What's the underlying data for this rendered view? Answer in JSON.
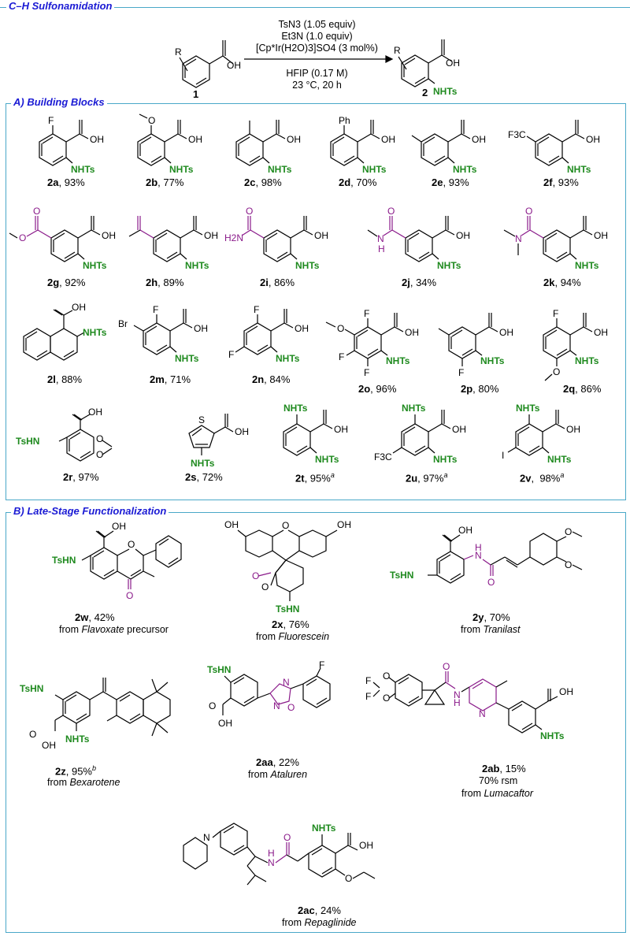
{
  "header": {
    "title": "C–H Sulfonamidation"
  },
  "reaction": {
    "conditions": [
      "TsN3 (1.05 equiv)",
      "Et3N (1.0 equiv)",
      "[Cp*Ir(H2O)3]SO4 (3 mol%)",
      "HFIP (0.17 M)",
      "23 °C, 20 h"
    ],
    "reactant_label": "1",
    "product_label": "2",
    "r_label": "R",
    "oh_label": "OH",
    "nhts_label": "NHTs"
  },
  "section_a": {
    "title": "A) Building Blocks",
    "items": [
      {
        "id": "2a",
        "yield": "93%"
      },
      {
        "id": "2b",
        "yield": "77%"
      },
      {
        "id": "2c",
        "yield": "98%"
      },
      {
        "id": "2d",
        "yield": "70%"
      },
      {
        "id": "2e",
        "yield": "93%"
      },
      {
        "id": "2f",
        "yield": "93%"
      },
      {
        "id": "2g",
        "yield": "92%"
      },
      {
        "id": "2h",
        "yield": "89%"
      },
      {
        "id": "2i",
        "yield": "86%"
      },
      {
        "id": "2j",
        "yield": "34%"
      },
      {
        "id": "2k",
        "yield": "94%"
      },
      {
        "id": "2l",
        "yield": "88%"
      },
      {
        "id": "2m",
        "yield": "71%"
      },
      {
        "id": "2n",
        "yield": "84%"
      },
      {
        "id": "2o",
        "yield": "96%"
      },
      {
        "id": "2p",
        "yield": "80%"
      },
      {
        "id": "2q",
        "yield": "86%"
      },
      {
        "id": "2r",
        "yield": "97%"
      },
      {
        "id": "2s",
        "yield": "72%"
      },
      {
        "id": "2t",
        "yield": "95%",
        "note": "a"
      },
      {
        "id": "2u",
        "yield": "97%",
        "note": "a"
      },
      {
        "id": "2v",
        "yield": "98%",
        "note": "a"
      }
    ]
  },
  "section_b": {
    "title": "B) Late-Stage Functionalization",
    "items": [
      {
        "id": "2w",
        "yield": "42%",
        "source_prefix": "from",
        "source": "Flavoxate",
        "source_suffix": "precursor"
      },
      {
        "id": "2x",
        "yield": "76%",
        "source_prefix": "from",
        "source": "Fluorescein"
      },
      {
        "id": "2y",
        "yield": "70%",
        "source_prefix": "from",
        "source": "Tranilast"
      },
      {
        "id": "2z",
        "yield": "95%",
        "note": "b",
        "source_prefix": "from",
        "source": "Bexarotene"
      },
      {
        "id": "2aa",
        "yield": "22%",
        "source_prefix": "from",
        "source": "Ataluren"
      },
      {
        "id": "2ab",
        "yield": "15%",
        "extra": "70% rsm",
        "source_prefix": "from",
        "source": "Lumacaftor"
      },
      {
        "id": "2ac",
        "yield": "24%",
        "source_prefix": "from",
        "source": "Repaglinide"
      }
    ]
  },
  "atoms": {
    "F": "F",
    "OMe": "O",
    "Ph": "Ph",
    "F3C": "F3C",
    "H2N": "H2N",
    "N": "N",
    "H": "H",
    "O": "O",
    "Br": "Br",
    "I": "I",
    "S": "S",
    "TsHN": "TsHN",
    "F2C": "F"
  },
  "colors": {
    "accent_border": "#4aa8c8",
    "title_blue": "#1a1ad4",
    "nhts_green": "#1f8a1f",
    "carbonyl_purple": "#8a1a8a"
  }
}
